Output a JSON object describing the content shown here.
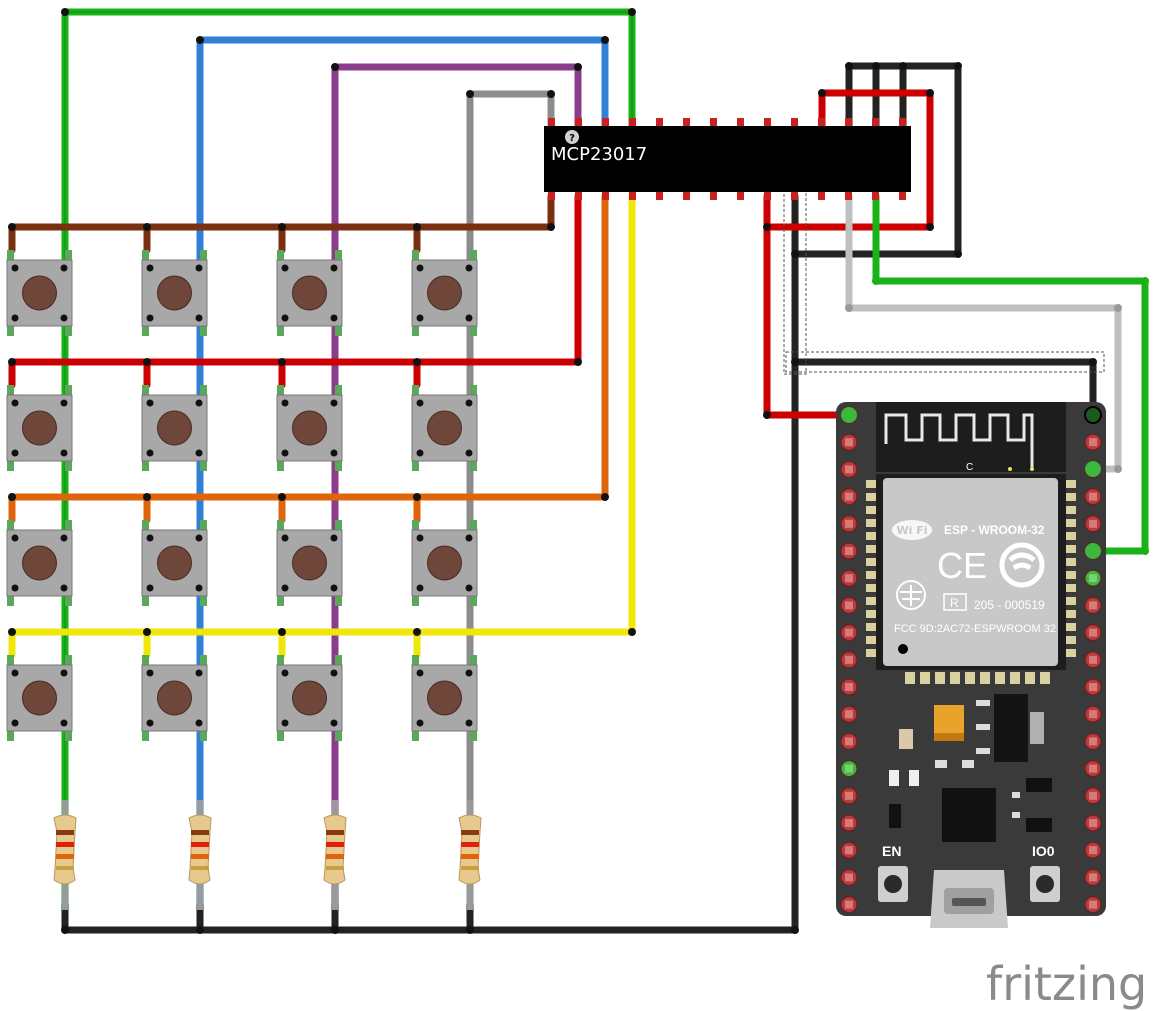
{
  "chip": {
    "label": "MCP23017",
    "marker": "?"
  },
  "module": {
    "model": "ESP - WROOM-32",
    "wifi": "Wi Fi",
    "ce": "CE",
    "cert": "205 - 000519",
    "fcc": "FCC  9D:2AC72-ESPWROOM 32",
    "antenna_mark": "C",
    "en_label": "EN",
    "io0_label": "IO0"
  },
  "watermark": "fritzing",
  "colors": {
    "green": "#17b317",
    "blue": "#2f80d6",
    "purple": "#8b3d8b",
    "gray": "#8c8c8c",
    "brown": "#7a3010",
    "red": "#cc0000",
    "orange": "#e0640a",
    "yellow": "#f0e60a",
    "black": "#222222",
    "lightgray": "#bfbfbf"
  },
  "grid": {
    "rows": 4,
    "cols": 4,
    "resistors": 4
  }
}
